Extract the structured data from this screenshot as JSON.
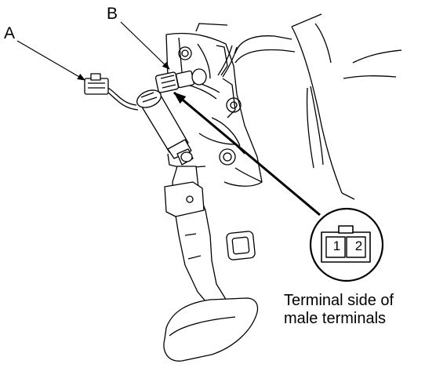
{
  "labels": {
    "a": "A",
    "b": "B"
  },
  "connector": {
    "pins": [
      "1",
      "2"
    ],
    "caption_line1": "Terminal side of",
    "caption_line2": "male terminals"
  },
  "colors": {
    "line": "#000000",
    "background": "#ffffff"
  }
}
